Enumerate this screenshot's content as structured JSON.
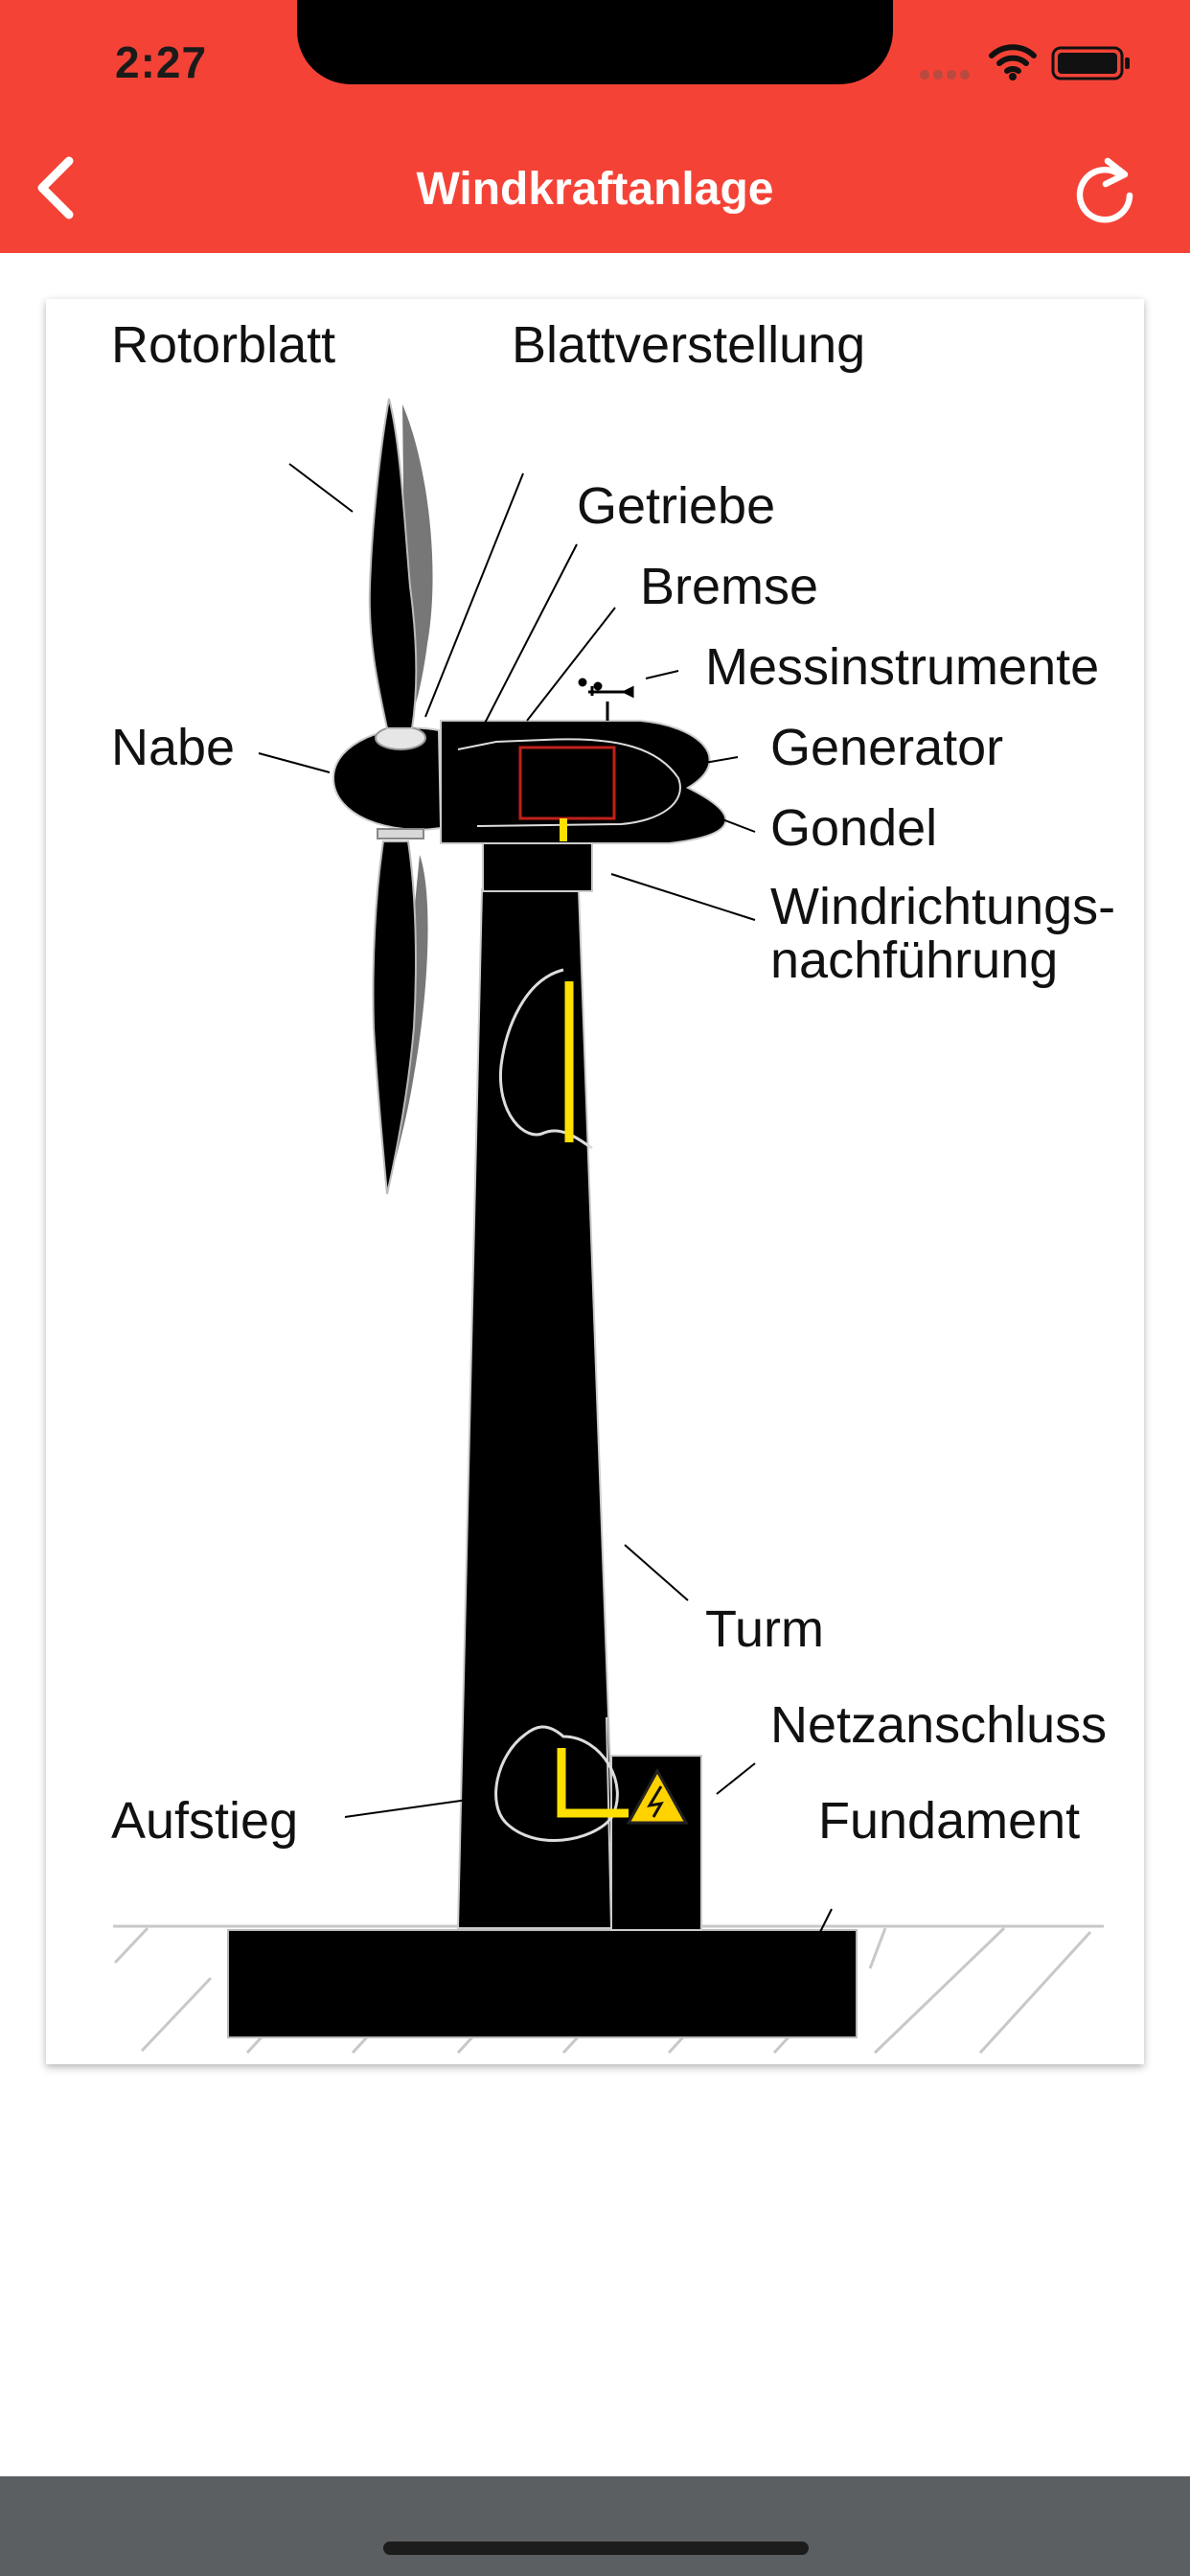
{
  "status_bar": {
    "time": "2:27"
  },
  "nav": {
    "title": "Windkraftanlage"
  },
  "diagram": {
    "labels": {
      "rotorblatt": "Rotorblatt",
      "blattverstellung": "Blattverstellung",
      "getriebe": "Getriebe",
      "bremse": "Bremse",
      "messinstrumente": "Messinstrumente",
      "nabe": "Nabe",
      "generator": "Generator",
      "gondel": "Gondel",
      "windrichtung_line1": "Windrichtungs-",
      "windrichtung_line2": "nachführung",
      "turm": "Turm",
      "netzanschluss": "Netzanschluss",
      "aufstieg": "Aufstieg",
      "fundament": "Fundament"
    }
  },
  "colors": {
    "header": "#f44336",
    "cable": "#ffe000",
    "generator_box": "#c0201a",
    "bottom_bar": "#5b5f61"
  },
  "icons": {
    "back": "chevron-left-icon",
    "refresh": "refresh-icon",
    "wifi": "wifi-icon",
    "battery": "battery-icon",
    "warning": "high-voltage-warning-icon"
  }
}
